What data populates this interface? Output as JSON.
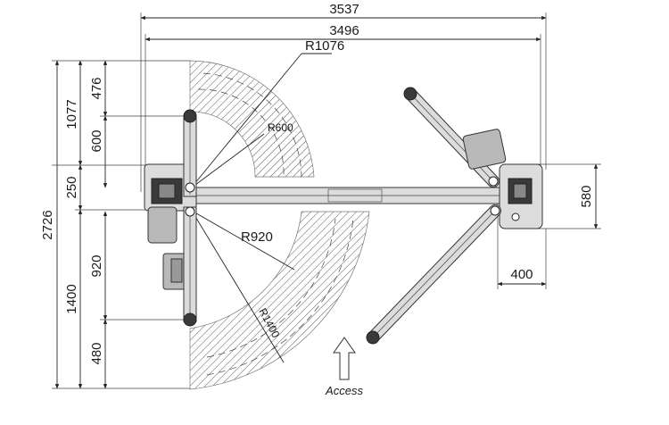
{
  "dimensions": {
    "top_total": "3537",
    "top_inner": "3496",
    "radius_outer": "R1076",
    "radius_inner": "R600",
    "radius_920": "R920",
    "radius_1400": "R1400",
    "left_total": "2726",
    "left_1077": "1077",
    "left_250": "250",
    "left_1400": "1400",
    "left_476": "476",
    "left_600": "600",
    "left_920": "920",
    "left_480": "480",
    "right_580": "580",
    "right_400": "400"
  },
  "labels": {
    "access": "Access"
  }
}
